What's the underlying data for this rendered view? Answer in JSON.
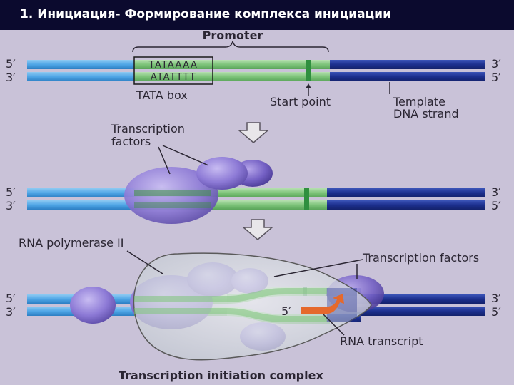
{
  "header": {
    "title": "1. Инициация- Формирование комплекса инициации"
  },
  "colors": {
    "background": "#c9c2d8",
    "title_bar": "#0b0a2e",
    "dna_light_blue": "#4fa6e6",
    "dna_green": "#7dc47a",
    "dna_dark_blue": "#1c2f8e",
    "start_point": "#2f8f3f",
    "protein_purple": "#8d7ad6",
    "rna": "#e5692c"
  },
  "panel1": {
    "promoter_label": "Promoter",
    "tata_top": "TATAAAA",
    "tata_bottom": "ATATTTT",
    "tata_box_label": "TATA box",
    "start_point_label": "Start point",
    "template_label_line1": "Template",
    "template_label_line2": "DNA strand",
    "end_left_top": "5′",
    "end_left_bottom": "3′",
    "end_right_top": "3′",
    "end_right_bottom": "5′"
  },
  "panel2": {
    "tf_label_line1": "Transcription",
    "tf_label_line2": "factors",
    "end_left_top": "5′",
    "end_left_bottom": "3′",
    "end_right_top": "3′",
    "end_right_bottom": "5′"
  },
  "panel3": {
    "polymerase_label": "RNA polymerase II",
    "tf_label": "Transcription factors",
    "rna_five_prime": "5′",
    "rna_transcript_label": "RNA transcript",
    "complex_label": "Transcription initiation complex",
    "end_left_top": "5′",
    "end_left_bottom": "3′",
    "end_right_top": "3′",
    "end_right_bottom": "5′"
  }
}
